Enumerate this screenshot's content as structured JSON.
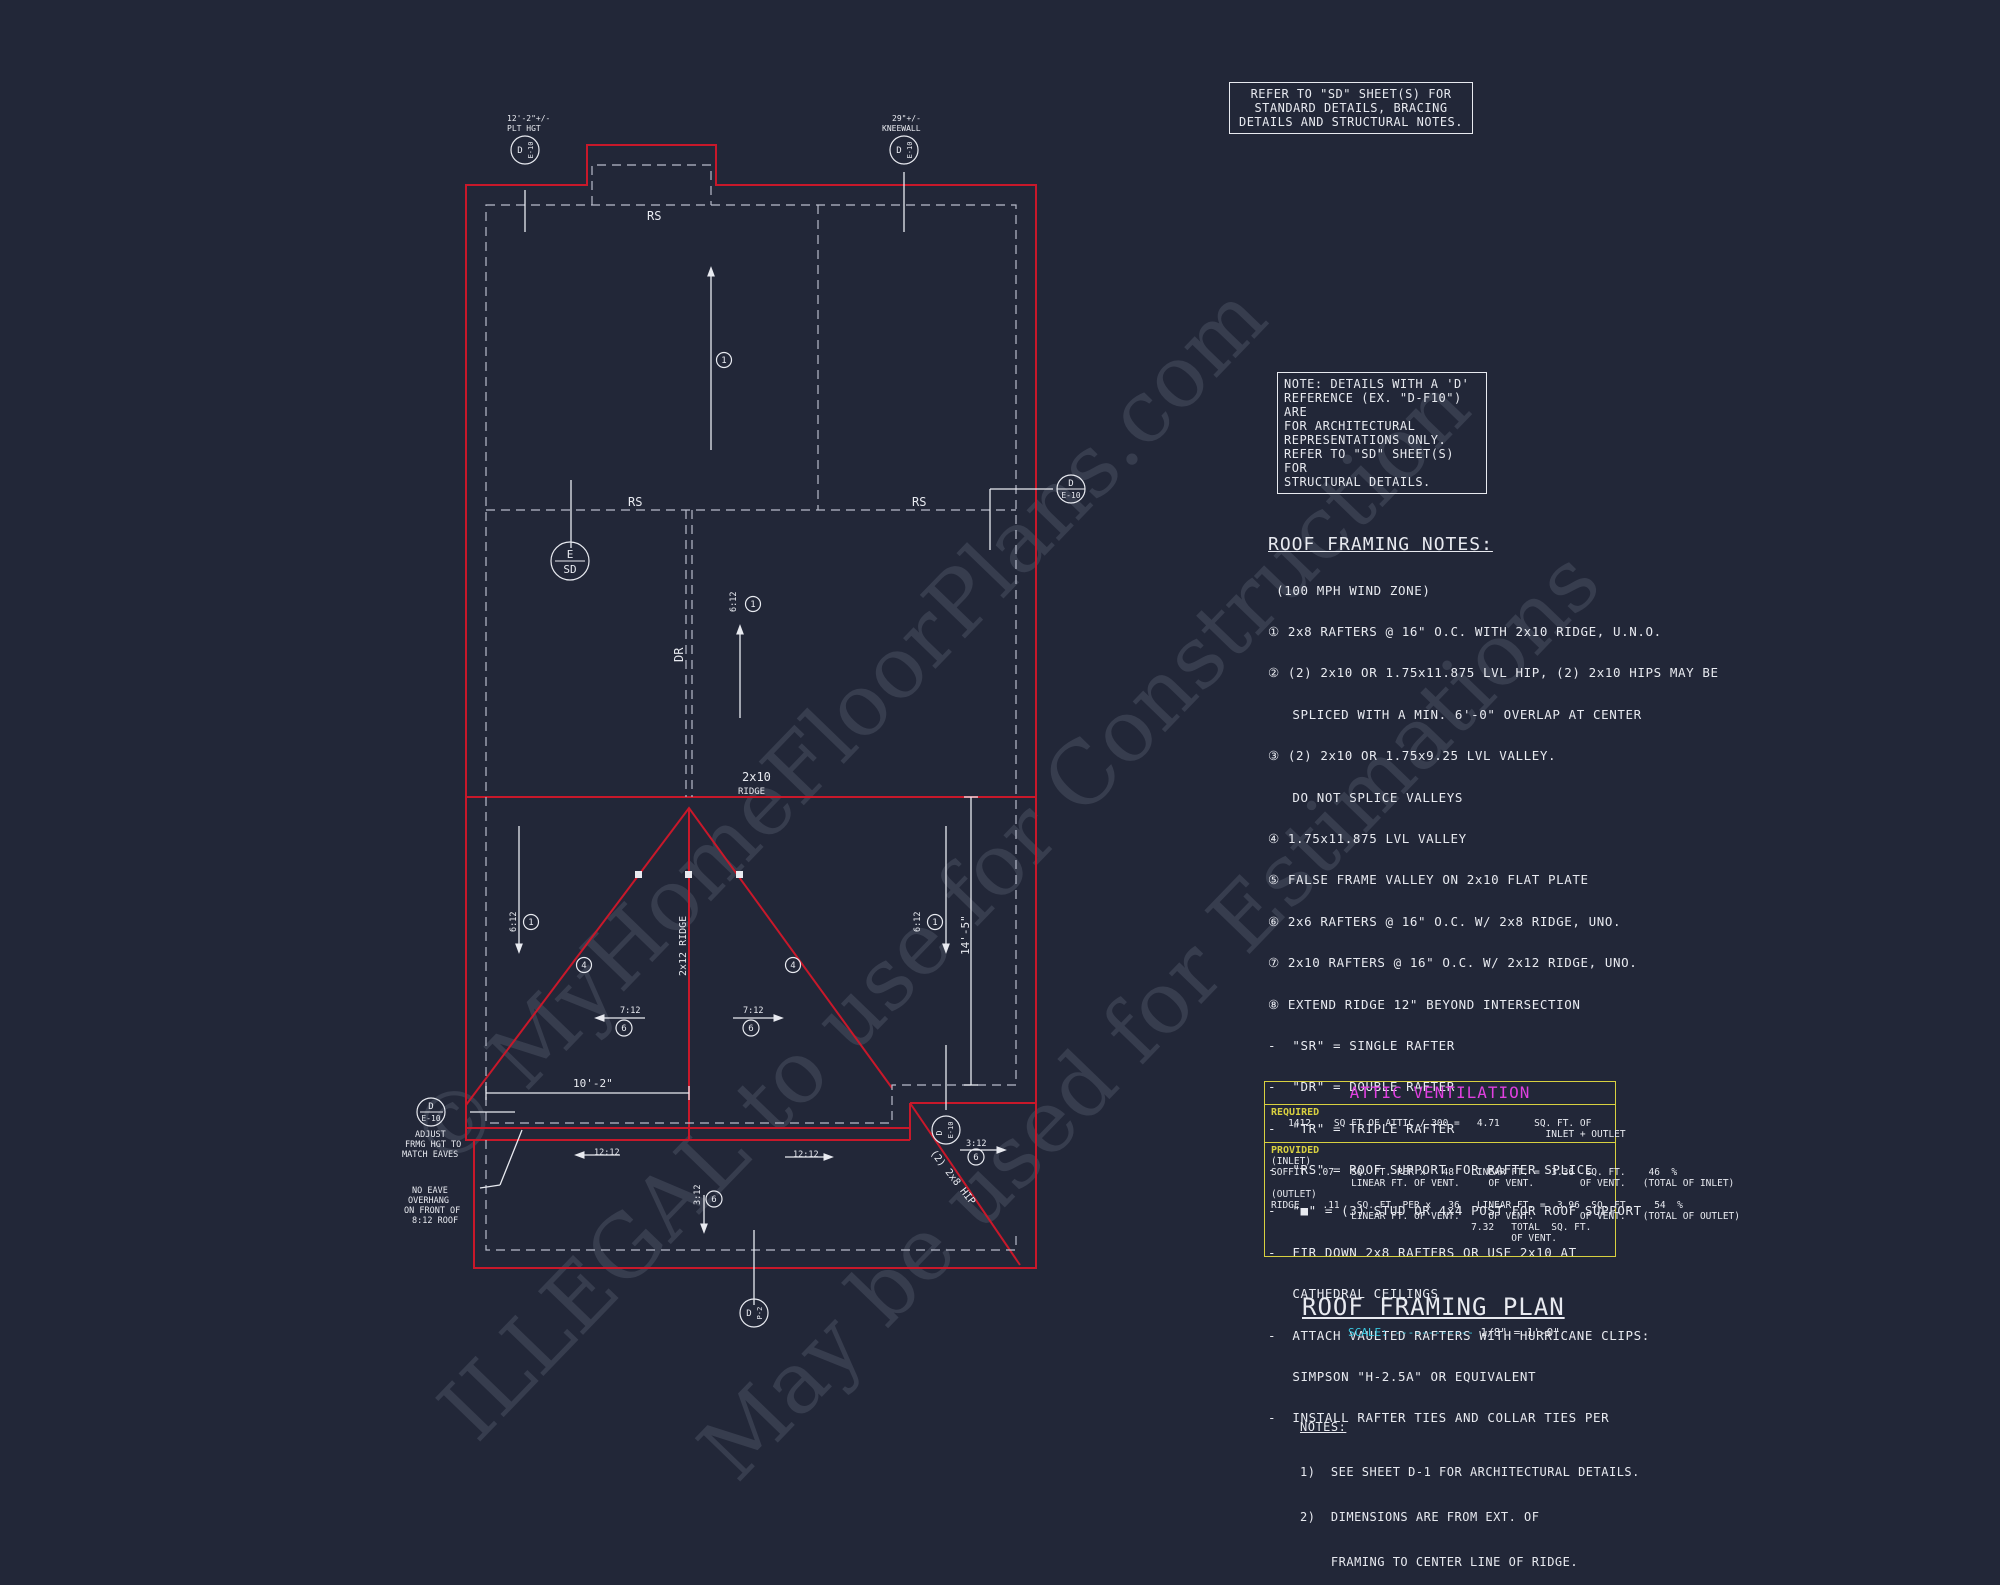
{
  "watermarks": [
    "© MyHomeFloorPlans.com",
    "ILLEGAL to use for Construction",
    "May be used for Estimations"
  ],
  "refer_box": [
    "REFER TO \"SD\" SHEET(S) FOR",
    "STANDARD DETAILS, BRACING",
    "DETAILS AND STRUCTURAL NOTES."
  ],
  "note_box": [
    "NOTE: DETAILS WITH A 'D'",
    "REFERENCE (EX. \"D-F10\") ARE",
    "FOR ARCHITECTURAL",
    "REPRESENTATIONS ONLY.",
    "REFER TO \"SD\" SHEET(S) FOR",
    "STRUCTURAL DETAILS."
  ],
  "roof_framing_notes": {
    "title": "ROOF FRAMING NOTES:",
    "lines": [
      " (100 MPH WIND ZONE)",
      "① 2x8 RAFTERS @ 16\" O.C. WITH 2x10 RIDGE, U.N.O.",
      "② (2) 2x10 OR 1.75x11.875 LVL HIP, (2) 2x10 HIPS MAY BE",
      "   SPLICED WITH A MIN. 6'-0\" OVERLAP AT CENTER",
      "③ (2) 2x10 OR 1.75x9.25 LVL VALLEY.",
      "   DO NOT SPLICE VALLEYS",
      "④ 1.75x11.875 LVL VALLEY",
      "⑤ FALSE FRAME VALLEY ON 2x10 FLAT PLATE",
      "⑥ 2x6 RAFTERS @ 16\" O.C. W/ 2x8 RIDGE, UNO.",
      "⑦ 2x10 RAFTERS @ 16\" O.C. W/ 2x12 RIDGE, UNO.",
      "⑧ EXTEND RIDGE 12\" BEYOND INTERSECTION",
      "-  \"SR\" = SINGLE RAFTER",
      "-  \"DR\" = DOUBLE RAFTER",
      "-  \"TR\" = TRIPLE RAFTER",
      "-  \"RS\" = ROOF SUPPORT FOR RAFTER SPLICE",
      "-  \"■\" = (3) STUD OR 4x4 POST FOR ROOF SUPPORT",
      "-  FIR DOWN 2x8 RAFTERS OR USE 2x10 AT",
      "   CATHEDRAL CEILINGS",
      "-  ATTACH VAULTED RAFTERS WITH HURRICANE CLIPS:",
      "   SIMPSON \"H-2.5A\" OR EQUIVALENT",
      "-  INSTALL RAFTER TIES AND COLLAR TIES PER"
    ]
  },
  "attic_ventilation": {
    "title": "ATTIC VENTILATION",
    "required_label": "REQUIRED",
    "required_row": "   1412    SQ FT OF ATTIC / 300 =   4.71      SQ. FT. OF",
    "required_row2": "                                                INLET + OUTLET",
    "provided_label": "PROVIDED",
    "inlet_row": "(INLET)",
    "soffit_row": "SOFFIT  .07   SQ. FT. PER x   48   LINEAR FT. =  3.36  SQ. FT.    46  %",
    "soffit_row2": "              LINEAR FT. OF VENT.     OF VENT.        OF VENT.   (TOTAL OF INLET)",
    "outlet_row": "(OUTLET)",
    "ridge_row": "RIDGE    .11   SQ. FT. PER x   36   LINEAR FT. =  3.96  SQ. FT.    54  %",
    "ridge_row2": "              LINEAR FT. OF VENT.     OF VENT.        OF VENT.   (TOTAL OF OUTLET)",
    "total_row": "                                   7.32   TOTAL  SQ. FT.",
    "total_row2": "                                          OF VENT."
  },
  "plan_title": "ROOF FRAMING PLAN",
  "scale_label": "SCALE: ------------ ",
  "scale_value": "1/8\" = 1'-0\"",
  "notes": {
    "heading": "NOTES:",
    "lines": [
      "1)  SEE SHEET D-1 FOR ARCHITECTURAL DETAILS.",
      "2)  DIMENSIONS ARE FROM EXT. OF",
      "    FRAMING TO CENTER LINE OF RIDGE."
    ]
  },
  "plan_labels": {
    "rs_top": "RS",
    "rs_left": "RS",
    "rs_right": "RS",
    "dr": "DR",
    "ridge_2x10": "2x10",
    "ridge_word": "RIDGE",
    "ridge_2x12": "2x12 RIDGE",
    "hip": "(2) 2x8 HIP",
    "dim_10_2": "10'-2\"",
    "dim_14_5": "14'-5\"",
    "plt_hgt": "12'-2\"+/-",
    "plt_hgt2": "PLT HGT",
    "kneewall": "29\"+/-",
    "kneewall2": "KNEEWALL",
    "adjust": [
      "ADJUST",
      "FRMG HGT TO",
      "MATCH EAVES"
    ],
    "no_eave": [
      "NO EAVE",
      "OVERHANG",
      "ON FRONT OF",
      "8:12 ROOF"
    ],
    "pitch_612": "6:12",
    "pitch_712": "7:12",
    "pitch_312": "3:12",
    "pitch_1212": "12:12",
    "m1": "1",
    "m4": "4",
    "m6": "6",
    "tag_d": "D",
    "tag_e": "E",
    "tag_e10": "E-10",
    "tag_sd": "SD",
    "tag_p2": "P-2"
  },
  "colors": {
    "background": "#222738",
    "red": "#c8182a",
    "line": "#e8eaf0",
    "dash": "#b8bccb",
    "yellow": "#d8d040",
    "magenta": "#e040e0",
    "cyan": "#38c8e0"
  }
}
